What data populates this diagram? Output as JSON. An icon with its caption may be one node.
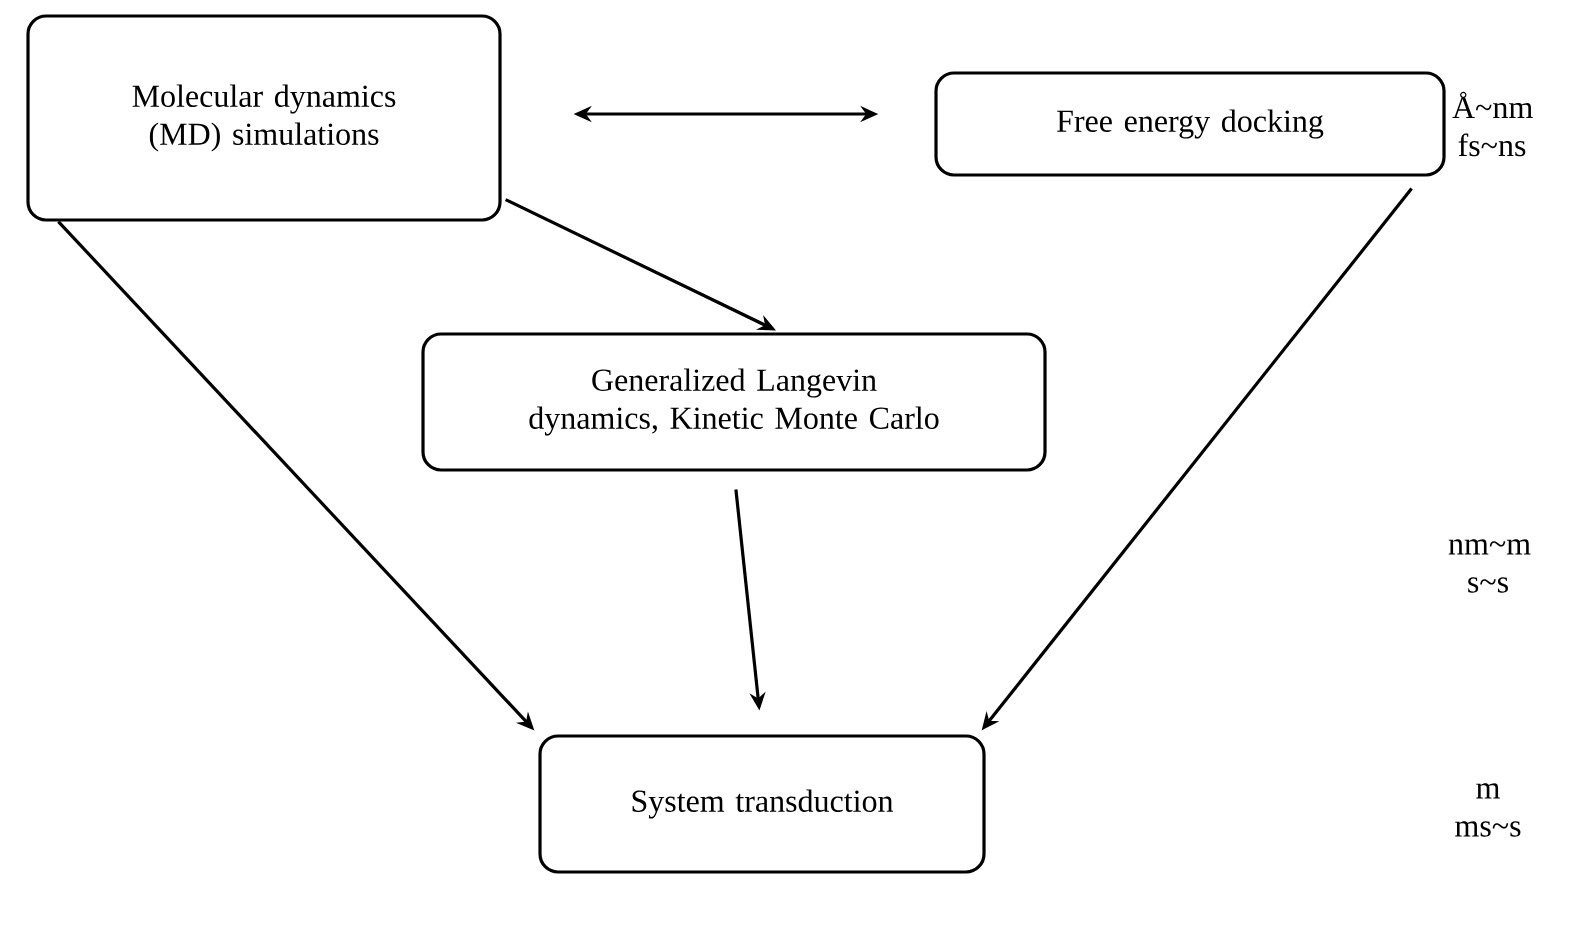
{
  "diagram": {
    "nodes": [
      {
        "text": [
          "Molecular dynamics (MD) simulations"
        ]
      },
      {
        "text": [
          "Free energy docking"
        ],
        "beside": [
          "Å~nm fs~ns"
        ]
      },
      {
        "text": [
          "Generalized Langevin dynamics, Kinetic Monte Carlo"
        ]
      },
      {
        "text": [
          "System transduction"
        ]
      }
    ],
    "edges": [
      {
        "from": 0,
        "to": 1,
        "arrow": "both"
      },
      {
        "from": 0,
        "to": 2,
        "arrow": "to"
      },
      {
        "from": 0,
        "to": 3,
        "arrow": "to"
      },
      {
        "from": 2,
        "to": 3,
        "arrow": "to"
      },
      {
        "from": 1,
        "to": 3,
        "arrow": "to"
      }
    ],
    "labels": [
      "nm~m s~s",
      "m ms~s"
    ]
  }
}
